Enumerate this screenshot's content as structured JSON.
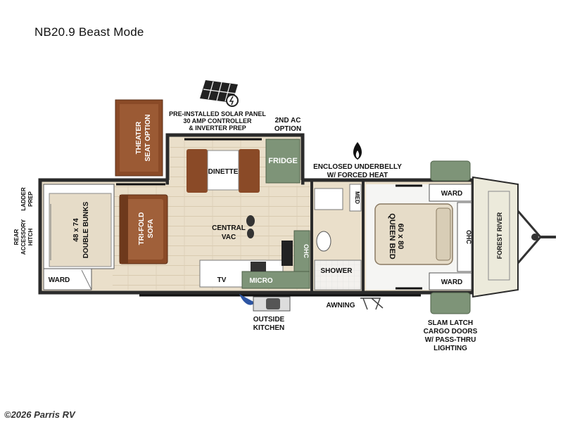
{
  "model_title": "NB20.9 Beast Mode",
  "copyright": "©2026 Parris RV",
  "labels": {
    "solar_line1": "PRE-INSTALLED SOLAR PANEL",
    "solar_line2": "30 AMP CONTROLLER",
    "solar_line3": "& INVERTER PREP",
    "ac_line1": "2ND AC",
    "ac_line2": "OPTION",
    "theater_line1": "THEATER",
    "theater_line2": "SEAT OPTION",
    "dinette": "DINETTE",
    "fridge": "FRIDGE",
    "underbelly_line1": "ENCLOSED UNDERBELLY",
    "underbelly_line2": "W/ FORCED HEAT",
    "ladder_line1": "LADDER",
    "ladder_line2": "PREP",
    "hitch_line1": "REAR",
    "hitch_line2": "ACCESSORY",
    "hitch_line3": "HITCH",
    "bunks_line1": "48 x 74",
    "bunks_line2": "DOUBLE BUNKS",
    "sofa_line1": "TRI-FOLD",
    "sofa_line2": "SOFA",
    "central_vac_line1": "CENTRAL",
    "central_vac_line2": "VAC",
    "ward_rear": "WARD",
    "tv": "TV",
    "micro": "MICRO",
    "ohc_kitchen": "OHC",
    "med": "MED",
    "shower": "SHOWER",
    "awning": "AWNING",
    "outside_kitchen_line1": "OUTSIDE",
    "outside_kitchen_line2": "KITCHEN",
    "queen_line1": "60 x 80",
    "queen_line2": "QUEEN BED",
    "ward_front_top": "WARD",
    "ward_front_bottom": "WARD",
    "ohc_front": "OHC",
    "brand": "FOREST RIVER",
    "cargo_line1": "SLAM LATCH",
    "cargo_line2": "CARGO DOORS",
    "cargo_line3": "W/ PASS-THRU",
    "cargo_line4": "LIGHTING"
  },
  "icons": [
    "solar-panel-icon",
    "flame-icon",
    "central-vac-footprint-icon",
    "outside-kitchen-grill-icon",
    "awning-chair-icon",
    "hitch-icon"
  ],
  "colors": {
    "wall": "#2b2b2b",
    "floor": "#e8dcc6",
    "furniture_brown": "#8a4a27",
    "cabinet_green": "#7e9478",
    "bed": "#e6dcc8",
    "front_cap": "#eceadb"
  }
}
